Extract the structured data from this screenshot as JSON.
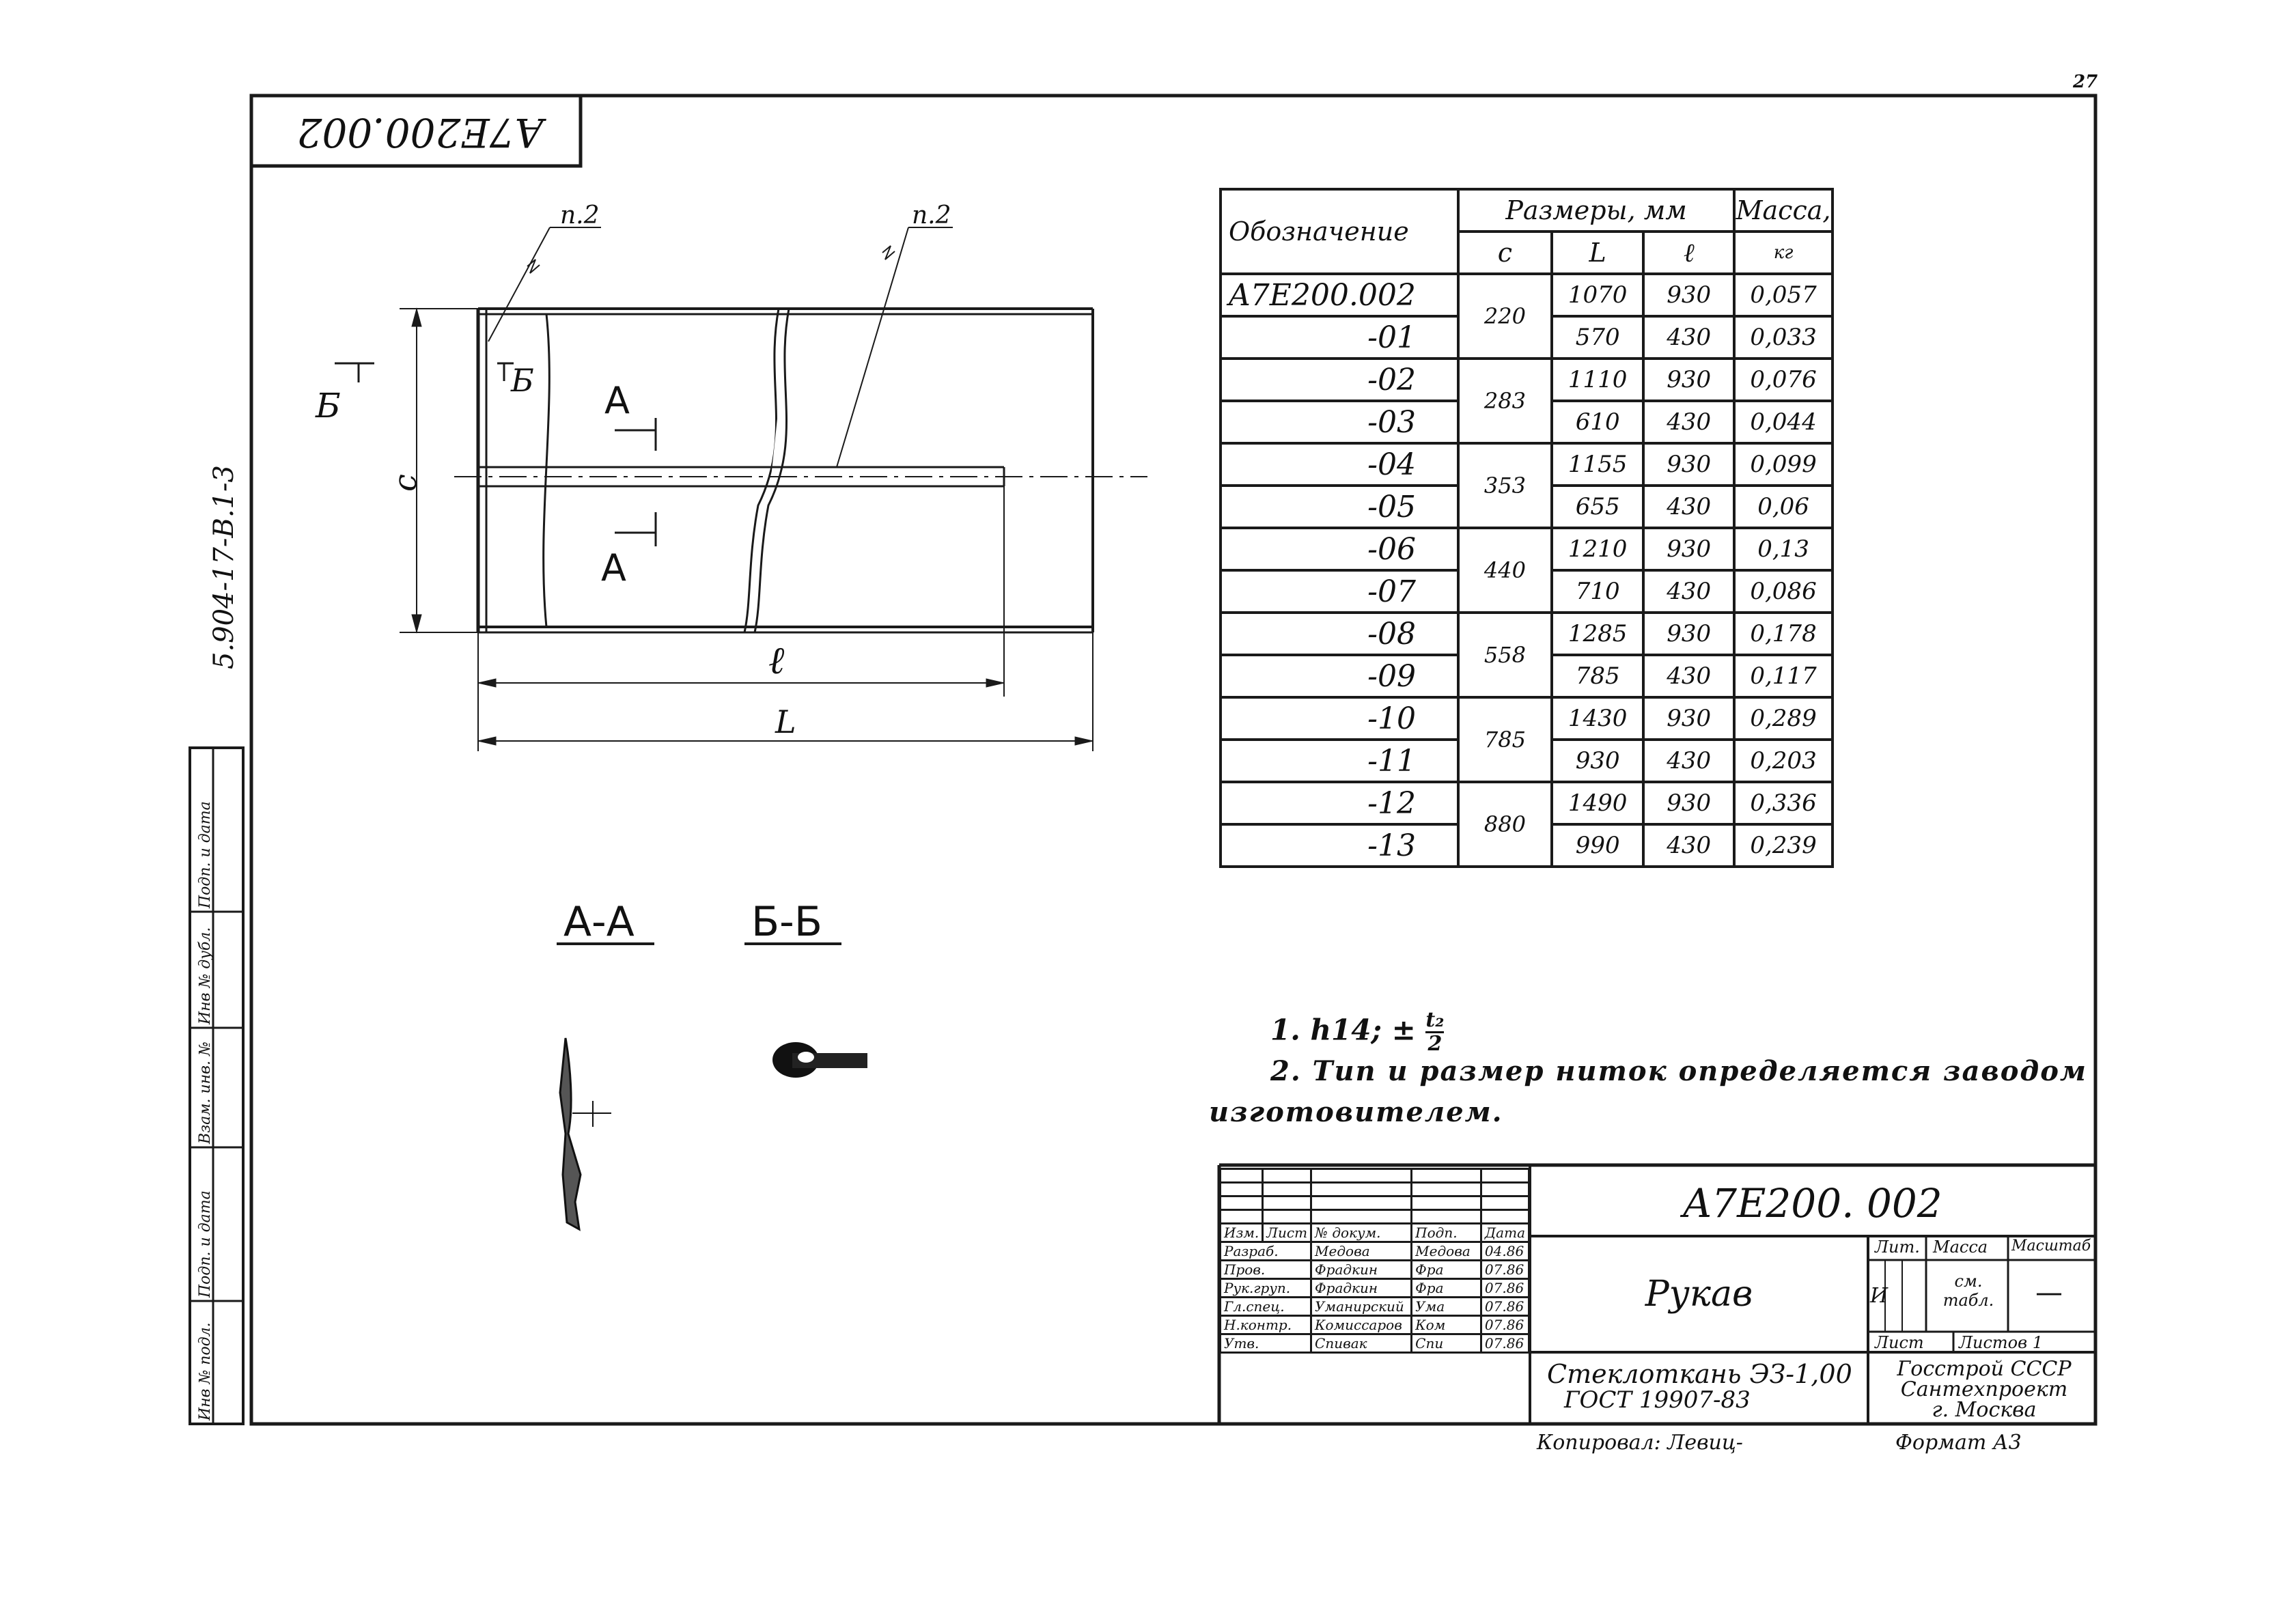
{
  "page_number": "27",
  "doc_code_rotated": "A7E200.002",
  "side_code": "5.904-17-B.1-3",
  "side_stamp": [
    "Инв № подл.",
    "Подп. и дата",
    "Взам. инв. №",
    "Инв № дубл.",
    "Подп. и дата"
  ],
  "drawing": {
    "leader_1": "п.2",
    "leader_2": "п.2",
    "section_b": "Б",
    "section_b_arrow": "Б",
    "section_a_top": "А",
    "section_a_bottom": "А",
    "dim_c": "c",
    "dim_l_small": "ℓ",
    "dim_L": "L",
    "view_aa": "А-А",
    "view_bb": "Б-Б"
  },
  "spec_table": {
    "header_designation": "Обозначение",
    "header_dimensions": "Размеры, мм",
    "header_mass": "Масса,",
    "header_mass_unit": "кг",
    "col_c": "c",
    "col_L": "L",
    "col_l": "ℓ",
    "rows": [
      {
        "designation": "A7E200.002",
        "c": "220",
        "L": "1070",
        "l": "930",
        "mass": "0,057"
      },
      {
        "designation": "-01",
        "L": "570",
        "l": "430",
        "mass": "0,033"
      },
      {
        "designation": "-02",
        "c": "283",
        "L": "1110",
        "l": "930",
        "mass": "0,076"
      },
      {
        "designation": "-03",
        "L": "610",
        "l": "430",
        "mass": "0,044"
      },
      {
        "designation": "-04",
        "c": "353",
        "L": "1155",
        "l": "930",
        "mass": "0,099"
      },
      {
        "designation": "-05",
        "L": "655",
        "l": "430",
        "mass": "0,06"
      },
      {
        "designation": "-06",
        "c": "440",
        "L": "1210",
        "l": "930",
        "mass": "0,13"
      },
      {
        "designation": "-07",
        "L": "710",
        "l": "430",
        "mass": "0,086"
      },
      {
        "designation": "-08",
        "c": "558",
        "L": "1285",
        "l": "930",
        "mass": "0,178"
      },
      {
        "designation": "-09",
        "L": "785",
        "l": "430",
        "mass": "0,117"
      },
      {
        "designation": "-10",
        "c": "785",
        "L": "1430",
        "l": "930",
        "mass": "0,289"
      },
      {
        "designation": "-11",
        "L": "930",
        "l": "430",
        "mass": "0,203"
      },
      {
        "designation": "-12",
        "c": "880",
        "L": "1490",
        "l": "930",
        "mass": "0,336"
      },
      {
        "designation": "-13",
        "L": "990",
        "l": "430",
        "mass": "0,239"
      }
    ]
  },
  "notes": {
    "note1_prefix": "1. h14; ±",
    "note1_num": "t₂",
    "note1_den": "2",
    "note2_line1": "2. Тип и размер ниток определяется заводом",
    "note2_line2": "изготовителем."
  },
  "title_block": {
    "doc_code": "A7E200. 002",
    "name": "Рукав",
    "material_line1": "Стеклоткань ЭЗ-1,00",
    "material_line2": "ГОСТ 19907-83",
    "lit_label": "Лит.",
    "mass_label": "Масса",
    "scale_label": "Масштаб",
    "lit_value": "И",
    "mass_value": "см. табл.",
    "scale_value": "—",
    "sheet_label": "Лист",
    "sheets_label": "Листов 1",
    "org_line1": "Госстрой СССР",
    "org_line2": "Сантехпроект",
    "org_line3": "г. Москва",
    "copied_by": "Копировал: Левиц-",
    "format": "Формат А3",
    "header_row": [
      "Изм.",
      "Лист",
      "№ докум.",
      "Подп.",
      "Дата"
    ],
    "signatures": [
      {
        "role": "Разраб.",
        "name": "Медова",
        "sign": "Медова",
        "date": "04.86"
      },
      {
        "role": "Пров.",
        "name": "Фрадкин",
        "sign": "Фра",
        "date": "07.86"
      },
      {
        "role": "Рук.груп.",
        "name": "Фрадкин",
        "sign": "Фра",
        "date": "07.86"
      },
      {
        "role": "Гл.спец.",
        "name": "Уманирский",
        "sign": "Ума",
        "date": "07.86"
      },
      {
        "role": "Н.контр.",
        "name": "Комиссаров",
        "sign": "Ком",
        "date": "07.86"
      },
      {
        "role": "Утв.",
        "name": "Спивак",
        "sign": "Спи",
        "date": "07.86"
      }
    ]
  }
}
